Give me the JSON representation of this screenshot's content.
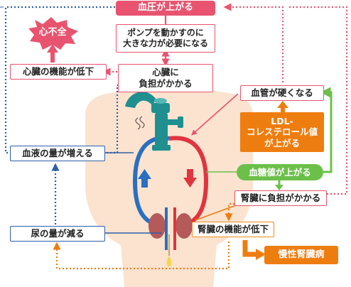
{
  "labels": {
    "blood_pressure_up": "血圧が上がる",
    "heart_failure": "心不全",
    "pump_force": "ポンプを動かすのに\n大きな力が必要になる",
    "heart_function_down": "心臓の機能が低下",
    "heart_burden": "心臓に\n負担がかかる",
    "vessels_harden": "血管が硬くなる",
    "ldl_up": "LDL-\nコレステロール値\nが上がる",
    "blood_volume_up": "血液の量が増える",
    "glucose_up": "血糖値が上がる",
    "kidney_burden": "腎臓に負担がかかる",
    "urine_down": "尿の量が減る",
    "kidney_function_down": "腎臓の機能が低下",
    "ckd": "慢性腎臓病"
  },
  "colors": {
    "pink": "#e8546f",
    "blue": "#2f5fa6",
    "orange": "#ee7d10",
    "green": "#6cc04a",
    "body": "#fbe3cf",
    "pump": "#1f8f8f",
    "kidney": "#b55a5a"
  }
}
